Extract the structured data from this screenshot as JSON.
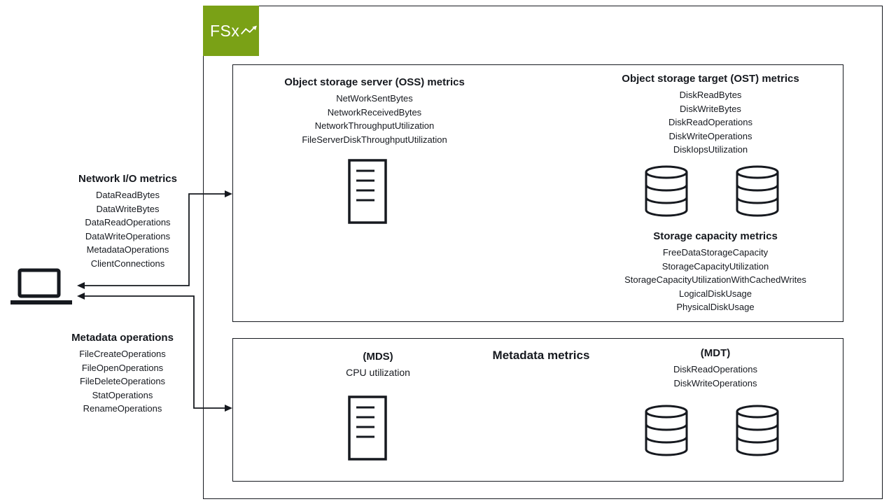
{
  "colors": {
    "brand_green": "#7aa116",
    "ink": "#16191f"
  },
  "logo": {
    "label": "FSx"
  },
  "left": {
    "network_io": {
      "title": "Network I/O metrics",
      "items": [
        "DataReadBytes",
        "DataWriteBytes",
        "DataReadOperations",
        "DataWriteOperations",
        "MetadataOperations",
        "ClientConnections"
      ]
    },
    "metadata_ops": {
      "title": "Metadata operations",
      "items": [
        "FileCreateOperations",
        "FileOpenOperations",
        "FileDeleteOperations",
        "StatOperations",
        "RenameOperations"
      ]
    }
  },
  "top_box": {
    "oss": {
      "title": "Object storage server (OSS) metrics",
      "items": [
        "NetWorkSentBytes",
        "NetworkReceivedBytes",
        "NetworkThroughputUtilization",
        "FileServerDiskThroughputUtilization"
      ]
    },
    "ost": {
      "title": "Object storage target (OST) metrics",
      "items": [
        "DiskReadBytes",
        "DiskWriteBytes",
        "DiskReadOperations",
        "DiskWriteOperations",
        "DiskIopsUtilization"
      ]
    },
    "capacity": {
      "title": "Storage capacity metrics",
      "items": [
        "FreeDataStorageCapacity",
        "StorageCapacityUtilization",
        "StorageCapacityUtilizationWithCachedWrites",
        "LogicalDiskUsage",
        "PhysicalDiskUsage"
      ]
    }
  },
  "bottom_box": {
    "title": "Metadata metrics",
    "mds": {
      "title": "(MDS)",
      "items": [
        "CPU utilization"
      ]
    },
    "mdt": {
      "title": "(MDT)",
      "items": [
        "DiskReadOperations",
        "DiskWriteOperations"
      ]
    }
  },
  "icons": {
    "server": "server-icon",
    "database": "database-cylinder-icon",
    "laptop": "laptop-icon"
  }
}
